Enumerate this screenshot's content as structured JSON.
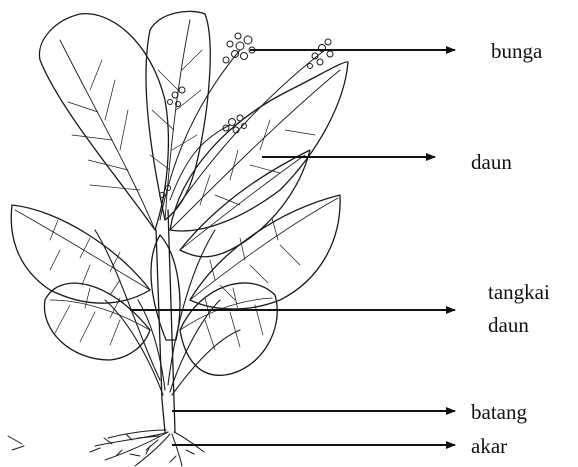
{
  "labels": {
    "bunga": "bunga",
    "daun": "daun",
    "tangkai_line1": "tangkai",
    "tangkai_line2": "daun",
    "batang": "batang",
    "akar": "akar"
  },
  "colors": {
    "ink": "#111111",
    "background": "#ffffff"
  }
}
